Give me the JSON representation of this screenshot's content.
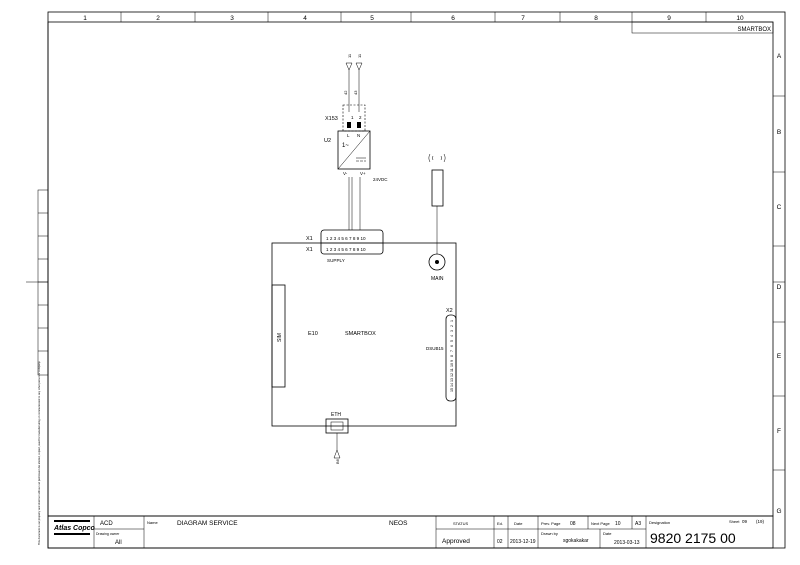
{
  "frame": {
    "columns": [
      "1",
      "2",
      "3",
      "4",
      "5",
      "6",
      "7",
      "8",
      "9",
      "10"
    ],
    "rows": [
      "A",
      "B",
      "C",
      "D",
      "E",
      "F",
      "G"
    ],
    "page_tag": "SMARTBOX"
  },
  "schematic": {
    "supply_wires": [
      "11",
      "11"
    ],
    "wire_labels": [
      "42",
      "43"
    ],
    "x153": {
      "label": "X153",
      "pins": [
        "1",
        "2"
      ],
      "pin_names": [
        "L",
        "N"
      ]
    },
    "u2": {
      "label": "U2",
      "ac_symbol": "1~",
      "out_minus": "V-",
      "out_plus": "V+",
      "voltage": "24VDC"
    },
    "x1": {
      "label": "X1",
      "pins": "1 2 3 4 5 6 7 8 9 10"
    },
    "supply_label": "SUPPLY",
    "antenna_label": "MAIN",
    "device_ref": "E10",
    "device_name": "SMARTBOX",
    "sim_label": "SIM",
    "x2": {
      "label": "X2",
      "connector": "DSUB15",
      "pins": [
        "1",
        "2",
        "3",
        "4",
        "5",
        "6",
        "7",
        "8",
        "9",
        "10",
        "11",
        "12",
        "13",
        "14",
        "15"
      ]
    },
    "eth_label": "ETH",
    "eth_wire": "B6"
  },
  "side_note": "This document is our property and shall not without our permission be altered, copied, used for manufacturing or communicated to any other person or company.",
  "title_block": {
    "logo": "Atlas Copco",
    "acd": "ACD",
    "drawing_owner_label": "Drawing owner",
    "drawing_owner": "All",
    "name_label": "Name",
    "name": "DIAGRAM SERVICE",
    "product": "NEOS",
    "status_label": "STATUS",
    "status": "Approved",
    "ed_label": "Ed.",
    "ed": "02",
    "date_label": "Date",
    "date": "2013-12-19",
    "prev_page_label": "Prev. Page",
    "prev_page": "08",
    "next_page_label": "Next Page",
    "next_page": "10",
    "size": "A3",
    "drawn_by_label": "Drawn by",
    "drawn_by": "sgokakakar",
    "date2_label": "Date",
    "date2": "2013-03-13",
    "designation_label": "Designation",
    "designation": "9820 2175 00",
    "sheet_label": "Sheet",
    "sheet": "09",
    "sheet_total": "(19)"
  }
}
